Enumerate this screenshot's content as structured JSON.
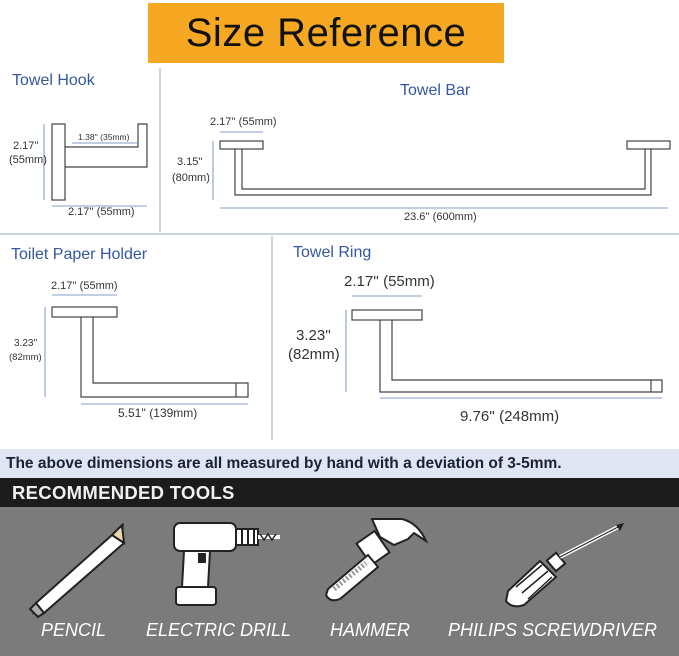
{
  "header": {
    "title": "Size Reference"
  },
  "towel_hook": {
    "label": "Towel Hook",
    "height_dim": "2.17''",
    "height_mm": "(55mm)",
    "depth_dim": "1.38'' (35mm)",
    "width_dim": "2.17'' (55mm)"
  },
  "towel_bar": {
    "label": "Towel Bar",
    "plate_dim": "2.17'' (55mm)",
    "height_dim": "3.15''",
    "height_mm": "(80mm)",
    "length_dim": "23.6'' (600mm)"
  },
  "toilet_paper_holder": {
    "label": "Toilet Paper Holder",
    "plate_dim": "2.17'' (55mm)",
    "height_dim": "3.23''",
    "height_mm": "(82mm)",
    "length_dim": "5.51'' (139mm)"
  },
  "towel_ring": {
    "label": "Towel Ring",
    "plate_dim": "2.17'' (55mm)",
    "height_dim": "3.23''",
    "height_mm": "(82mm)",
    "length_dim": "9.76'' (248mm)"
  },
  "notice": "The above dimensions are all measured by hand with a deviation of 3-5mm.",
  "tools": {
    "heading": "RECOMMENDED TOOLS",
    "items": [
      {
        "label": "PENCIL",
        "icon": "pencil-icon"
      },
      {
        "label": "ELECTRIC DRILL",
        "icon": "drill-icon"
      },
      {
        "label": "HAMMER",
        "icon": "hammer-icon"
      },
      {
        "label": "PHILIPS SCREWDRIVER",
        "icon": "screwdriver-icon"
      }
    ]
  },
  "colors": {
    "title_bg": "#f7a823",
    "label_blue": "#3457a2",
    "notice_bg": "#dfe5f2",
    "tools_bg": "#7b7b7b"
  }
}
